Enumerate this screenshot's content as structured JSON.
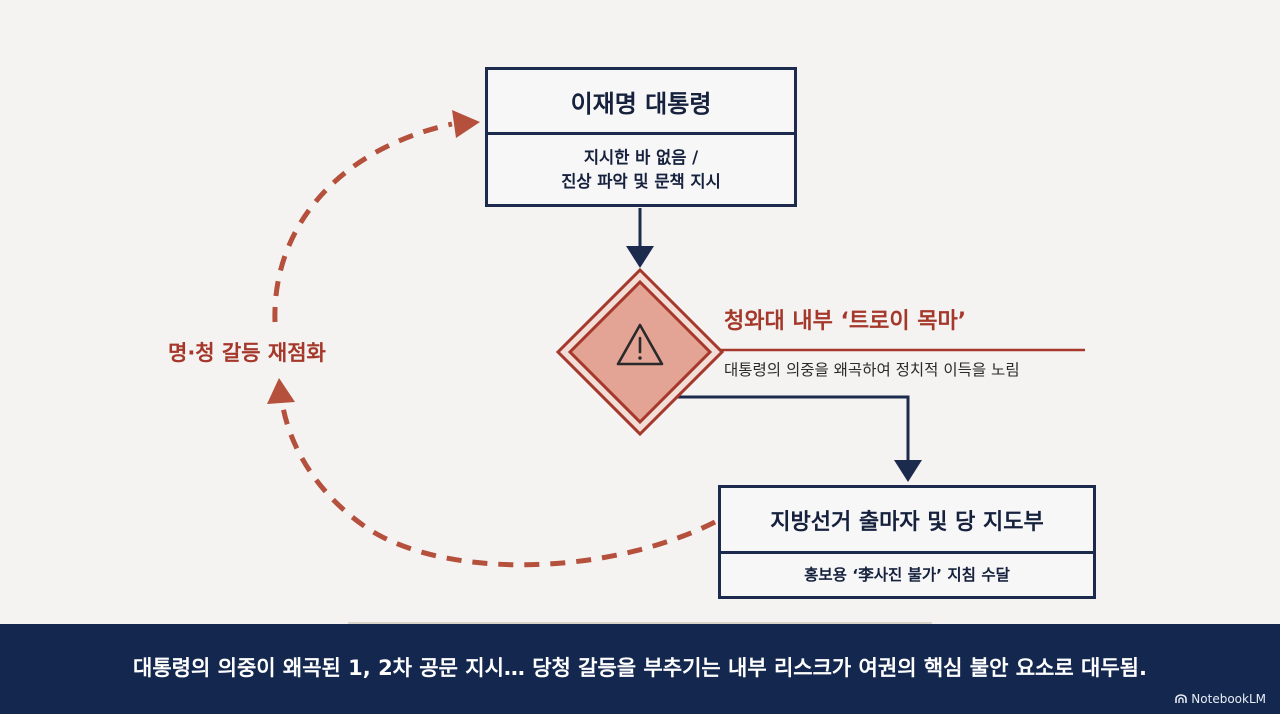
{
  "president_box": {
    "title": "이재명 대통령",
    "line1": "지시한 바 없음 /",
    "line2": "진상 파악 및 문책 지시"
  },
  "risk": {
    "title": "청와대 내부 ‘트로이 목마’",
    "description": "대통령의 의중을 왜곡하여 정치적 이득을 노림",
    "icon": "warning-icon"
  },
  "candidates_box": {
    "title": "지방선거 출마자 및 당 지도부",
    "line1": "홍보용 ‘李사진 불가’ 지침 수달"
  },
  "cycle_label": "명·청 갈등 재점화",
  "caption": "대통령의 의중이 왜곡된 1, 2차 공문 지시… 당청 갈등을 부추기는 내부 리스크가 여권의 핵심 불안 요소로 대두됨.",
  "watermark": "NotebookLM",
  "colors": {
    "navy": "#1c2b4d",
    "rust": "#a5382b",
    "diamond_fill": "#e3a495",
    "background": "#f4f3f1",
    "caption_bar": "#14284f"
  }
}
